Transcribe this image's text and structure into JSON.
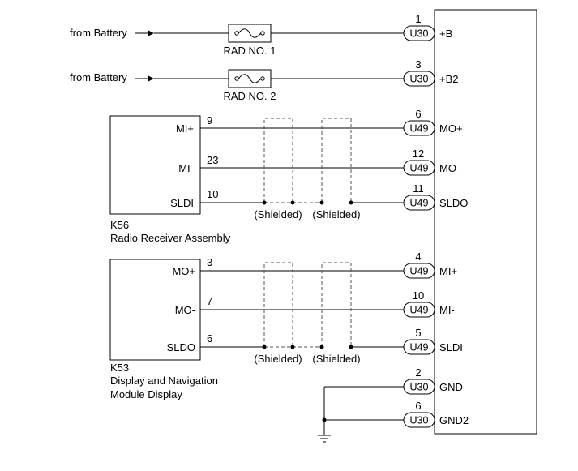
{
  "supply": {
    "from_battery_1": "from Battery",
    "from_battery_2": "from Battery",
    "fuse_1_label": "RAD NO. 1",
    "fuse_2_label": "RAD NO. 2"
  },
  "target": {
    "pins": [
      {
        "pin": "1",
        "connector": "U30",
        "signal": "+B"
      },
      {
        "pin": "3",
        "connector": "U30",
        "signal": "+B2"
      },
      {
        "pin": "6",
        "connector": "U49",
        "signal": "MO+"
      },
      {
        "pin": "12",
        "connector": "U49",
        "signal": "MO-"
      },
      {
        "pin": "11",
        "connector": "U49",
        "signal": "SLDO"
      },
      {
        "pin": "4",
        "connector": "U49",
        "signal": "MI+"
      },
      {
        "pin": "10",
        "connector": "U49",
        "signal": "MI-"
      },
      {
        "pin": "5",
        "connector": "U49",
        "signal": "SLDI"
      },
      {
        "pin": "2",
        "connector": "U30",
        "signal": "GND"
      },
      {
        "pin": "6",
        "connector": "U30",
        "signal": "GND2"
      }
    ]
  },
  "radio_receiver": {
    "code": "K56",
    "name": "Radio Receiver Assembly",
    "pins": [
      {
        "label": "MI+",
        "pin": "9"
      },
      {
        "label": "MI-",
        "pin": "23"
      },
      {
        "label": "SLDI",
        "pin": "10"
      }
    ],
    "shield_labels": [
      "(Shielded)",
      "(Shielded)"
    ]
  },
  "display_module": {
    "code": "K53",
    "name_line_1": "Display and Navigation",
    "name_line_2": "Module Display",
    "pins": [
      {
        "label": "MO+",
        "pin": "3"
      },
      {
        "label": "MO-",
        "pin": "7"
      },
      {
        "label": "SLDO",
        "pin": "6"
      }
    ],
    "shield_labels": [
      "(Shielded)",
      "(Shielded)"
    ]
  }
}
